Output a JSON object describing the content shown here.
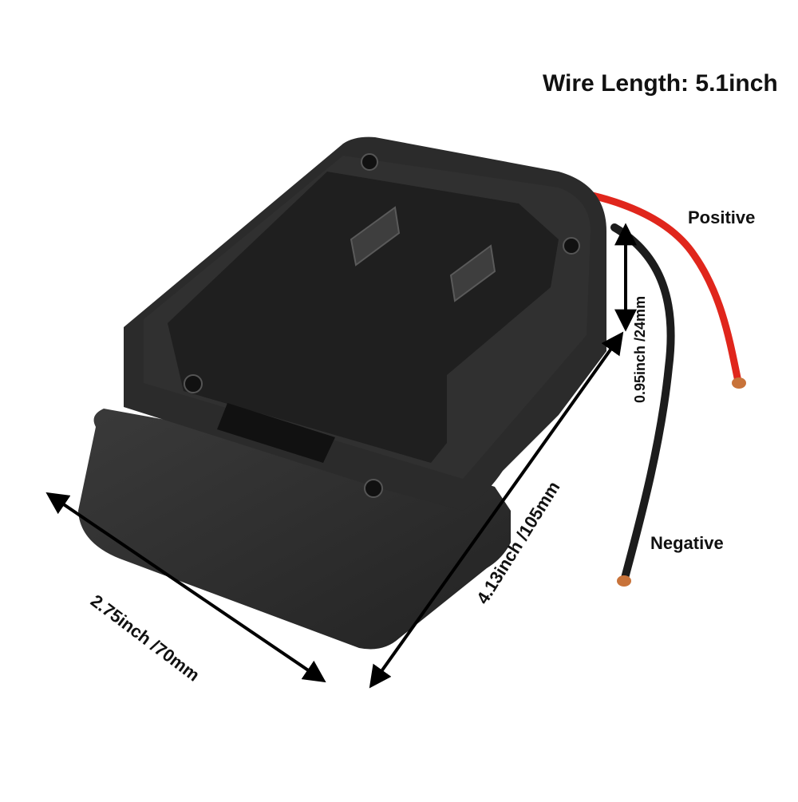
{
  "annotations": {
    "wire_length": "Wire Length: 5.1inch",
    "positive": "Positive",
    "negative": "Negative",
    "width": "2.75inch /70mm",
    "length": "4.13inch /105mm",
    "height": "0.95inch /24mm"
  },
  "colors": {
    "body": "#2b2b2b",
    "body_dark": "#1a1a1a",
    "wire_red": "#e0261c",
    "wire_black": "#1c1c1c",
    "copper": "#c8733a",
    "background": "#ffffff"
  },
  "icons": {
    "arrows": "double-headed-arrow",
    "screws": "hex-socket-screw"
  }
}
